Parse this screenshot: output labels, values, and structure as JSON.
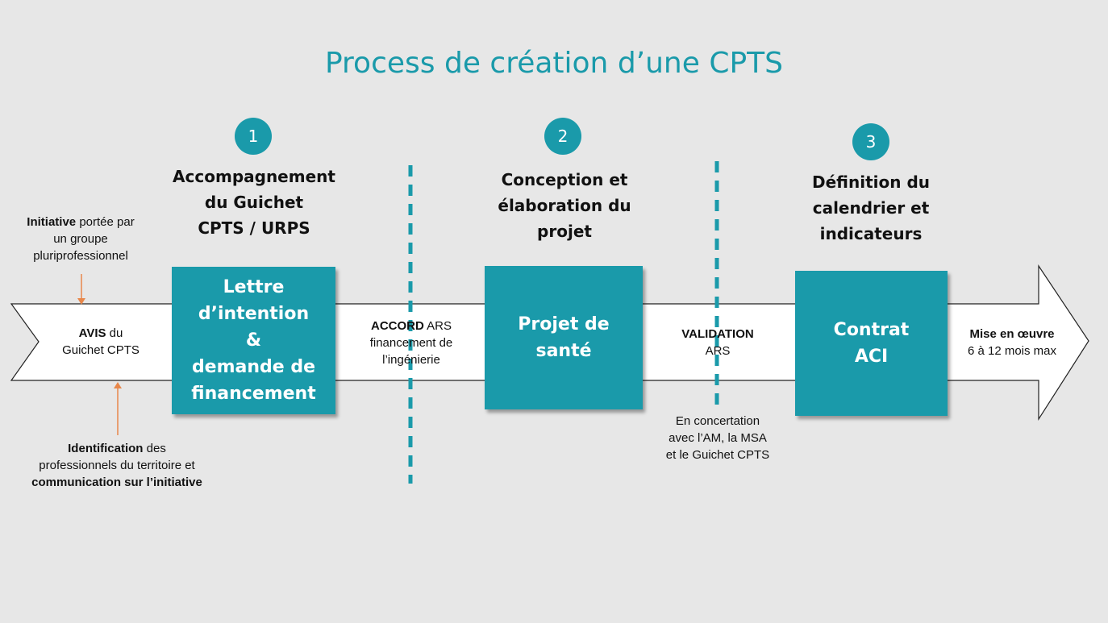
{
  "title": "Process de création d’une CPTS",
  "colors": {
    "accent": "#1a9aaa",
    "arrow_orange": "#e8874a",
    "background": "#e7e7e7"
  },
  "steps": [
    {
      "number": "1",
      "title_lines": [
        "Accompagnement",
        "du Guichet",
        "CPTS / URPS"
      ]
    },
    {
      "number": "2",
      "title_lines": [
        "Conception et",
        "élaboration du",
        "projet"
      ]
    },
    {
      "number": "3",
      "title_lines": [
        "Définition du",
        "calendrier et",
        "indicateurs"
      ]
    }
  ],
  "boxes": [
    {
      "lines": [
        "Lettre",
        "d’intention",
        "&",
        "demande de",
        "financement"
      ]
    },
    {
      "lines": [
        "Projet de",
        "santé"
      ]
    },
    {
      "lines": [
        "Contrat",
        "ACI"
      ]
    }
  ],
  "labels": {
    "initiative": {
      "bold": "Initiative",
      "rest": " portée par",
      "line2": "un groupe",
      "line3": "pluriprofessionnel"
    },
    "avis": {
      "bold": "AVIS",
      "rest": " du",
      "line2": "Guichet CPTS"
    },
    "identification": {
      "bold": "Identification",
      "rest": " des",
      "line2": "professionnels du territoire et",
      "line3_bold": "communication sur l’initiative"
    },
    "accord": {
      "bold": "ACCORD",
      "rest": " ARS",
      "line2": "financement de",
      "line3": "l’ingénierie"
    },
    "validation": {
      "bold": "VALIDATION",
      "line2": "ARS"
    },
    "concertation": {
      "line1": "En concertation",
      "line2": "avec l’AM, la MSA",
      "line3": "et le Guichet CPTS"
    },
    "mise": {
      "bold": "Mise en œuvre",
      "line2": "6 à 12 mois max"
    }
  }
}
